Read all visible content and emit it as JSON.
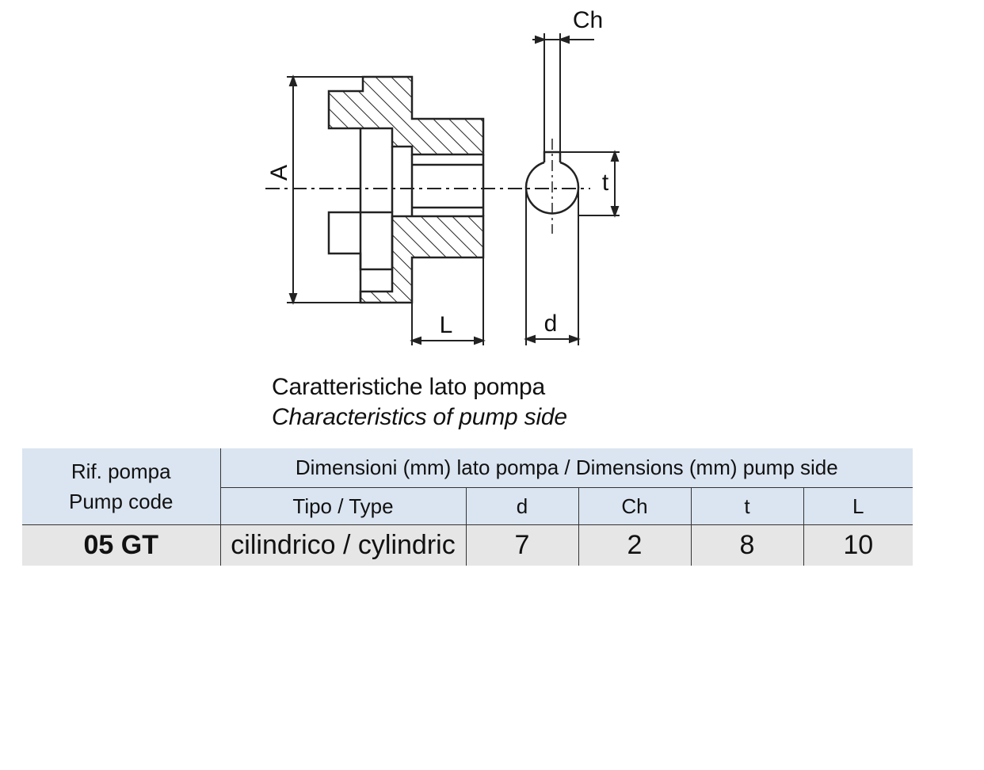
{
  "drawing": {
    "labels": {
      "ch": "Ch",
      "a": "A",
      "t": "t",
      "l": "L",
      "d": "d"
    }
  },
  "caption": {
    "it": "Caratteristiche lato pompa",
    "en": "Characteristics of pump side"
  },
  "table": {
    "header": {
      "code_line1": "Rif. pompa",
      "code_line2": "Pump code",
      "dimensions": "Dimensioni (mm) lato pompa / Dimensions (mm) pump side",
      "type": "Tipo / Type",
      "d": "d",
      "ch": "Ch",
      "t": "t",
      "l": "L"
    },
    "rows": [
      {
        "code": "05 GT",
        "type": "cilindrico / cylindric",
        "d": "7",
        "ch": "2",
        "t": "8",
        "l": "10"
      }
    ],
    "colors": {
      "header_bg": "#dbe5f1",
      "row_bg": "#e6e6e6"
    }
  }
}
